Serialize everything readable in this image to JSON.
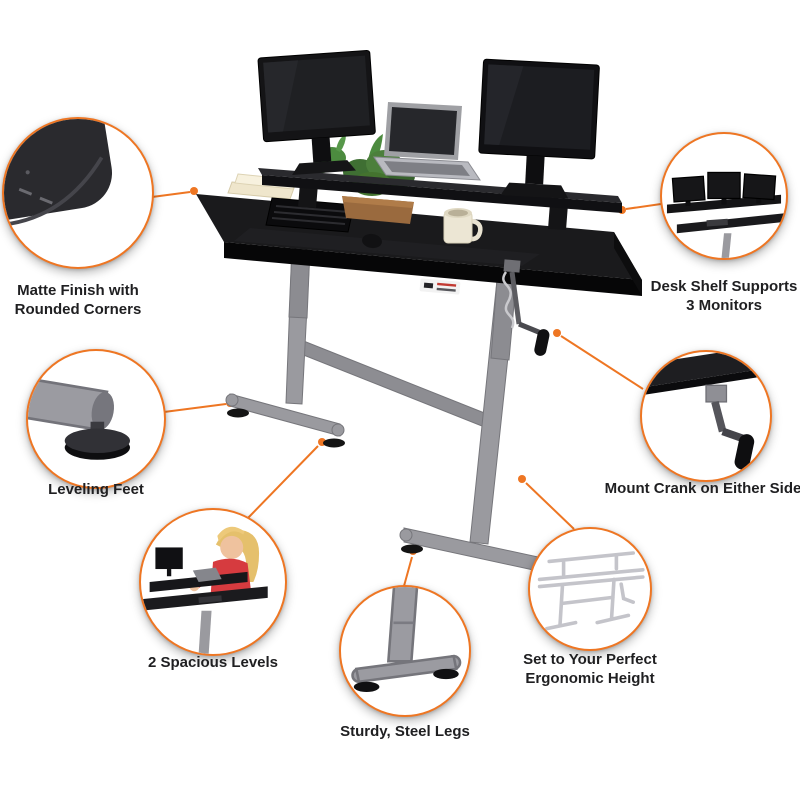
{
  "title": "standing-desk-feature-overview",
  "colors": {
    "accent": "#EE7623",
    "background": "#FFFFFF",
    "caption_text": "#1F1F21",
    "desk_black": "#1A1A1C",
    "frame_gray": "#9A9A9F"
  },
  "product": {
    "description": "two-level crank standing desk with shelf riser, two monitors and a laptop",
    "brand_badge_icon": "brand-logo-badge"
  },
  "callouts": [
    {
      "id": "matte-finish",
      "icon": "rounded-corner-desktop-icon",
      "label_lines": [
        "Matte Finish with",
        "Rounded Corners"
      ]
    },
    {
      "id": "desk-shelf",
      "icon": "three-monitor-shelf-icon",
      "label_lines": [
        "Desk Shelf Supports",
        "3 Monitors"
      ]
    },
    {
      "id": "leveling-feet",
      "icon": "leveling-foot-icon",
      "label_lines": [
        "Leveling Feet"
      ]
    },
    {
      "id": "mount-crank",
      "icon": "crank-handle-icon",
      "label_lines": [
        "Mount Crank on Either Side"
      ]
    },
    {
      "id": "spacious-levels",
      "icon": "person-at-two-level-desk-icon",
      "label_lines": [
        "2 Spacious Levels"
      ]
    },
    {
      "id": "steel-legs",
      "icon": "steel-leg-foot-icon",
      "label_lines": [
        "Sturdy, Steel Legs"
      ]
    },
    {
      "id": "ergonomic-height",
      "icon": "desk-frame-outline-icon",
      "label_lines": [
        "Set to Your Perfect",
        "Ergonomic Height"
      ]
    }
  ]
}
